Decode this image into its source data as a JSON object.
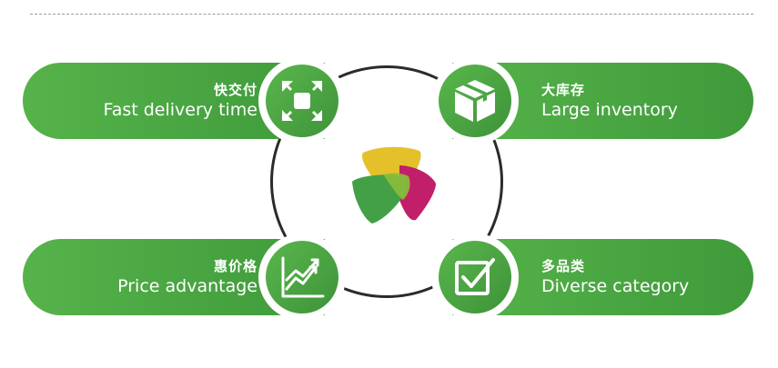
{
  "features": [
    {
      "cn": "快交付",
      "en": "Fast delivery time",
      "icon": "expand-arrows-icon"
    },
    {
      "cn": "大库存",
      "en": "Large inventory",
      "icon": "box-icon"
    },
    {
      "cn": "惠价格",
      "en": "Price advantage",
      "icon": "trend-chart-icon"
    },
    {
      "cn": "多品类",
      "en": "Diverse category",
      "icon": "checkbox-icon"
    }
  ],
  "colors": {
    "card_green": "#4aa843",
    "logo_yellow": "#e4c12b",
    "logo_green": "#43a047",
    "logo_magenta": "#c21f6a"
  }
}
